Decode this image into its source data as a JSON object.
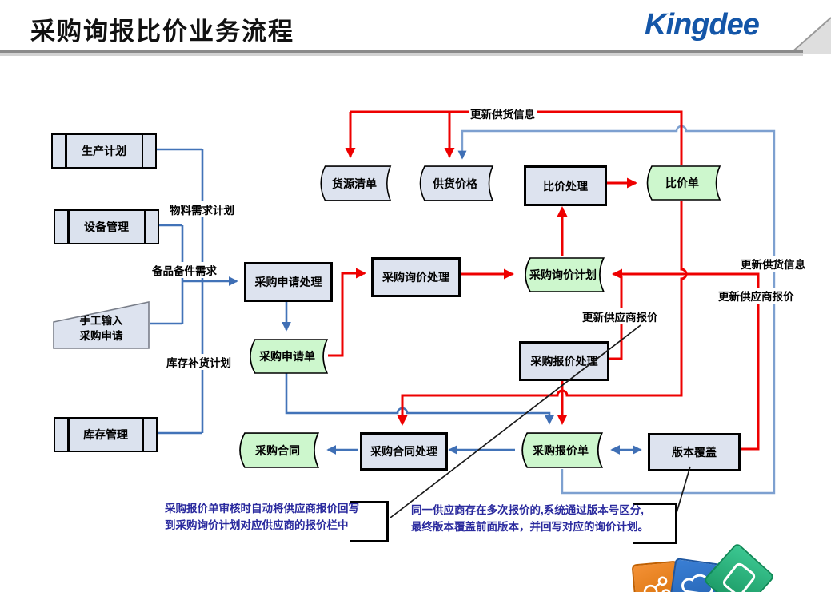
{
  "header": {
    "title": "采购询报比价业务流程",
    "logo": "Kingdee"
  },
  "nodes": {
    "production_plan": "生产计划",
    "equipment_mgmt": "设备管理",
    "manual_input_l1": "手工输入",
    "manual_input_l2": "采购申请",
    "inventory_mgmt": "库存管理",
    "purchase_request_proc": "采购申请处理",
    "purchase_request_doc": "采购申请单",
    "purchase_inquiry_proc": "采购询价处理",
    "purchase_inquiry_plan": "采购询价计划",
    "purchase_quote_proc": "采购报价处理",
    "purchase_quote_doc": "采购报价单",
    "purchase_contract_proc": "采购合同处理",
    "purchase_contract": "采购合同",
    "price_compare_proc": "比价处理",
    "price_compare_doc": "比价单",
    "supply_source_list": "货源清单",
    "supply_price": "供货价格",
    "version_override": "版本覆盖"
  },
  "edge_labels": {
    "material_req_plan": "物料需求计划",
    "spare_parts_req": "备品备件需求",
    "inventory_replenish_plan": "库存补货计划",
    "update_supply_info_top": "更新供货信息",
    "update_supply_info_right": "更新供货信息",
    "update_supplier_quote_right": "更新供应商报价",
    "update_supplier_quote_mid": "更新供应商报价"
  },
  "notes": {
    "note1_l1": "采购报价单审核时自动将供应商报价回写",
    "note1_l2": "到采购询价计划对应供应商的报价栏中",
    "note2_l1": "同一供应商存在多次报价的,系统通过版本号区分,",
    "note2_l2": "最终版本覆盖前面版本，并回写对应的询价计划。"
  },
  "colors": {
    "connector_red": "#ee0000",
    "connector_blue": "#4273b8",
    "connector_loop_blue": "#7da0d0",
    "stored_green_fill": "#cdf7cd",
    "shape_gray_fill": "#dde3ef",
    "logo_blue": "#1456a8",
    "note_text": "#2a2a9e"
  }
}
